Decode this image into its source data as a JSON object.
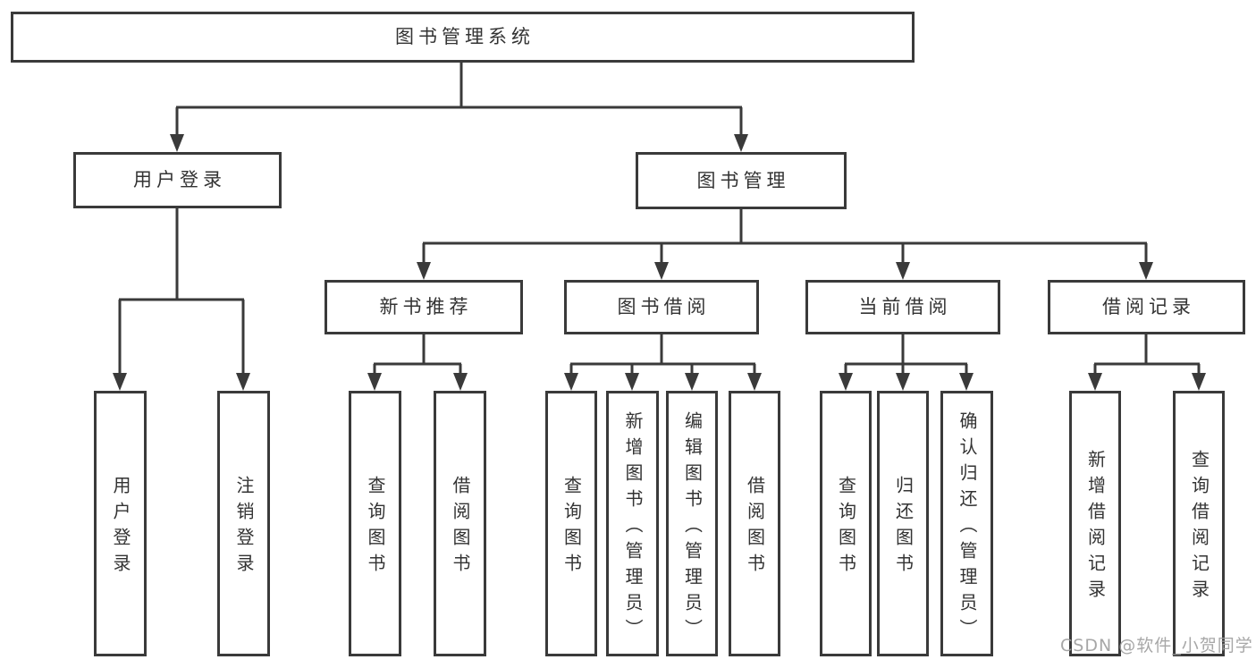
{
  "colors": {
    "line": "#3a3a3a",
    "text": "#333333",
    "watermark": "#9e9e9e",
    "bg": "#ffffff"
  },
  "watermark": "CSDN @软件_小贺同学",
  "tree": {
    "root": {
      "label": "图书管理系统"
    },
    "branches": [
      {
        "label": "用户登录",
        "children": [
          {
            "label": "用户登录"
          },
          {
            "label": "注销登录"
          }
        ]
      },
      {
        "label": "图书管理",
        "children": [
          {
            "label": "新书推荐",
            "children": [
              {
                "label": "查询图书"
              },
              {
                "label": "借阅图书"
              }
            ]
          },
          {
            "label": "图书借阅",
            "children": [
              {
                "label": "查询图书"
              },
              {
                "label": "新增图书（管理员）"
              },
              {
                "label": "编辑图书（管理员）"
              },
              {
                "label": "借阅图书"
              }
            ]
          },
          {
            "label": "当前借阅",
            "children": [
              {
                "label": "查询图书"
              },
              {
                "label": "归还图书"
              },
              {
                "label": "确认归还（管理员）"
              }
            ]
          },
          {
            "label": "借阅记录",
            "children": [
              {
                "label": "新增借阅记录"
              },
              {
                "label": "查询借阅记录"
              }
            ]
          }
        ]
      }
    ]
  }
}
